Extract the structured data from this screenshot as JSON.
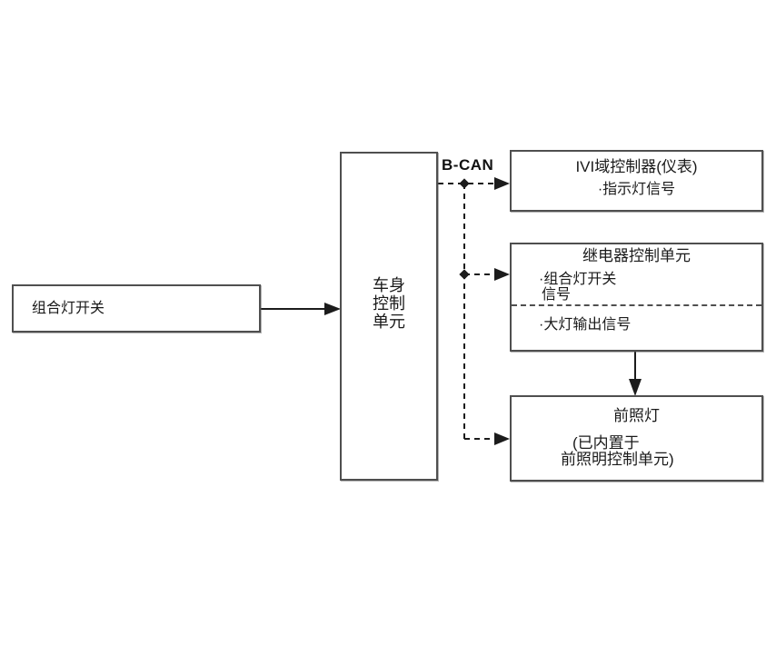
{
  "diagram": {
    "bus_label": "B-CAN",
    "colors": {
      "background": "#ffffff",
      "box_border": "#4f4f4f",
      "line": "#1c1c1c",
      "text": "#1a1a1a"
    },
    "nodes": {
      "combo_switch": {
        "label": "组合灯开关"
      },
      "body_control": {
        "lines": [
          "车身",
          "控制",
          "单元"
        ]
      },
      "ivi": {
        "title": "IVI域控制器(仪表)",
        "item": "·指示灯信号"
      },
      "relay": {
        "title": "继电器控制单元",
        "item1_line1": "·组合灯开关",
        "item1_line2": "信号",
        "item2": "·大灯输出信号"
      },
      "headlamp": {
        "title": "前照灯",
        "sub_line1": "(已内置于",
        "sub_line2": "前照明控制单元)"
      }
    }
  }
}
